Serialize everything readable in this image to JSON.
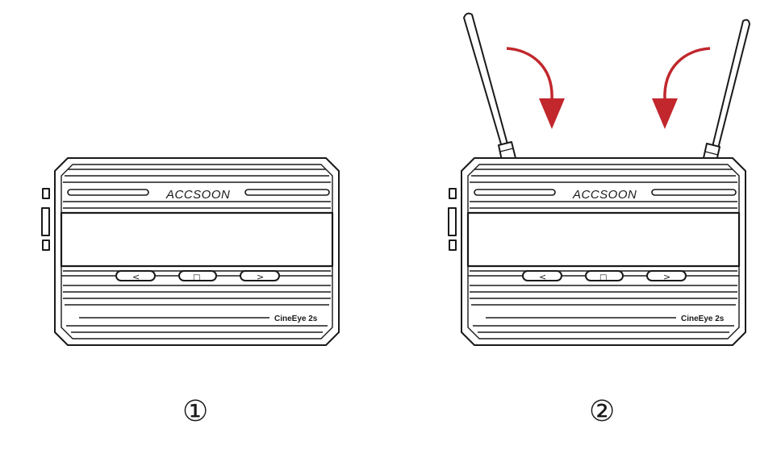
{
  "devices": [
    {
      "brand": "ACCSOON",
      "model": "CineEye 2s",
      "step_label": "①",
      "buttons": {
        "left": "<",
        "center": "□",
        "right": ">"
      },
      "antennas": "none"
    },
    {
      "brand": "ACCSOON",
      "model": "CineEye 2s",
      "step_label": "②",
      "buttons": {
        "left": "<",
        "center": "□",
        "right": ">"
      },
      "antennas": "raised",
      "arrow_icon": "curved-down-arrow-icon"
    }
  ],
  "colors": {
    "line": "#1a1a1a",
    "arrow": "#c1272d",
    "background": "#ffffff"
  }
}
